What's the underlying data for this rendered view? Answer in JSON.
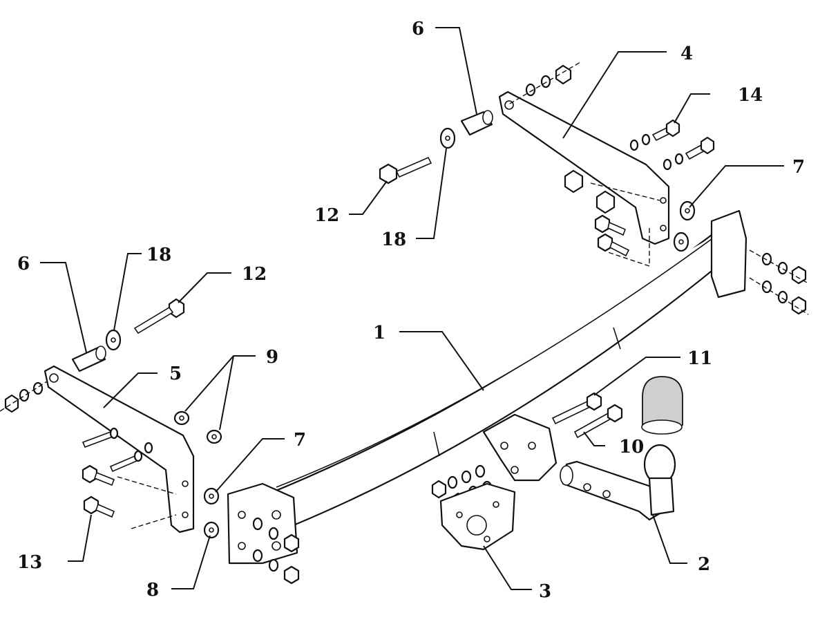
{
  "callouts": {
    "c1": "1",
    "c2": "2",
    "c3": "3",
    "c4": "4",
    "c5": "5",
    "c6_top": "6",
    "c6_left": "6",
    "c7_right": "7",
    "c7_left": "7",
    "c8": "8",
    "c9": "9",
    "c10": "10",
    "c11": "11",
    "c12_top": "12",
    "c12_left": "12",
    "c13": "13",
    "c14": "14",
    "c18_top": "18",
    "c18_left": "18"
  }
}
